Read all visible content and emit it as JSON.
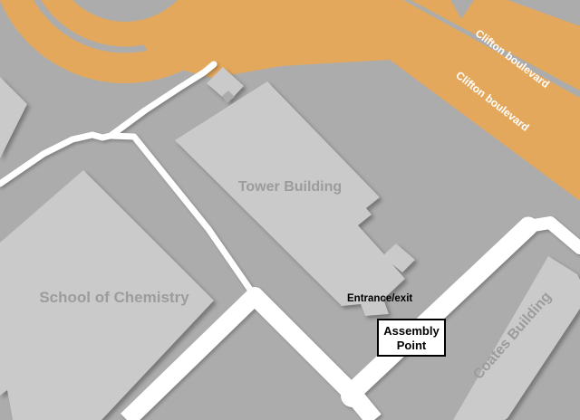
{
  "map": {
    "colors": {
      "background": "#acacac",
      "building": "#cacaca",
      "road": "#e4a85d",
      "path": "#ffffff",
      "building_label": "#9c9c9c",
      "road_label": "#ffffff",
      "marker_text": "#000000",
      "assembly_box_fill": "#ffffff",
      "assembly_box_border": "#000000"
    },
    "buildings": [
      {
        "name": "Tower Building"
      },
      {
        "name": "School of Chemistry"
      },
      {
        "name": "Coates Building"
      }
    ],
    "roads": [
      {
        "label": "Clifton boulevard"
      },
      {
        "label": "Clifton boulevard"
      }
    ],
    "markers": {
      "entrance_label": "Entrance/exit",
      "assembly_line1": "Assembly",
      "assembly_line2": "Point"
    }
  }
}
